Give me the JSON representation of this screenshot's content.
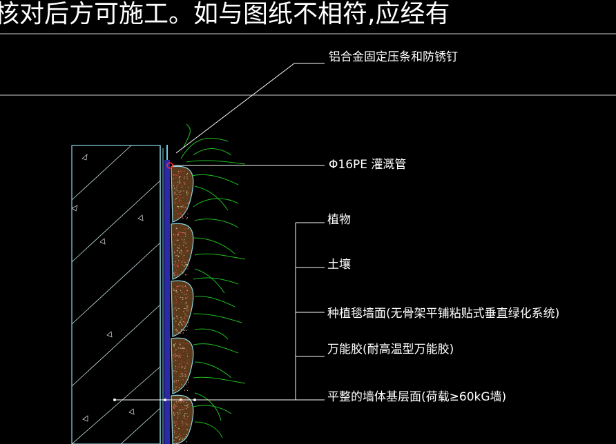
{
  "header_text": "核对后方可施工。如与图纸不相符,应经有",
  "callouts": {
    "fixing_strip": "铝合金固定压条和防锈钉",
    "irrigation_pipe": "Φ16PE 灌溉管",
    "plant": "植物",
    "soil": "土壤",
    "blanket_wall": "种植毯墙面(无骨架平铺粘贴式垂直绿化系统)",
    "adhesive": "万能胶(耐高温型万能胶)",
    "base_wall": "平整的墙体基层面(荷载≥60kG墙)"
  },
  "colors": {
    "background": "#000000",
    "lines": "#ffffff",
    "wall": "#8ad8e6",
    "blanket": "#3030c0",
    "soil": "#8b5a2b",
    "plant": "#1fbf1f",
    "pipe": "#ff2a2a"
  }
}
